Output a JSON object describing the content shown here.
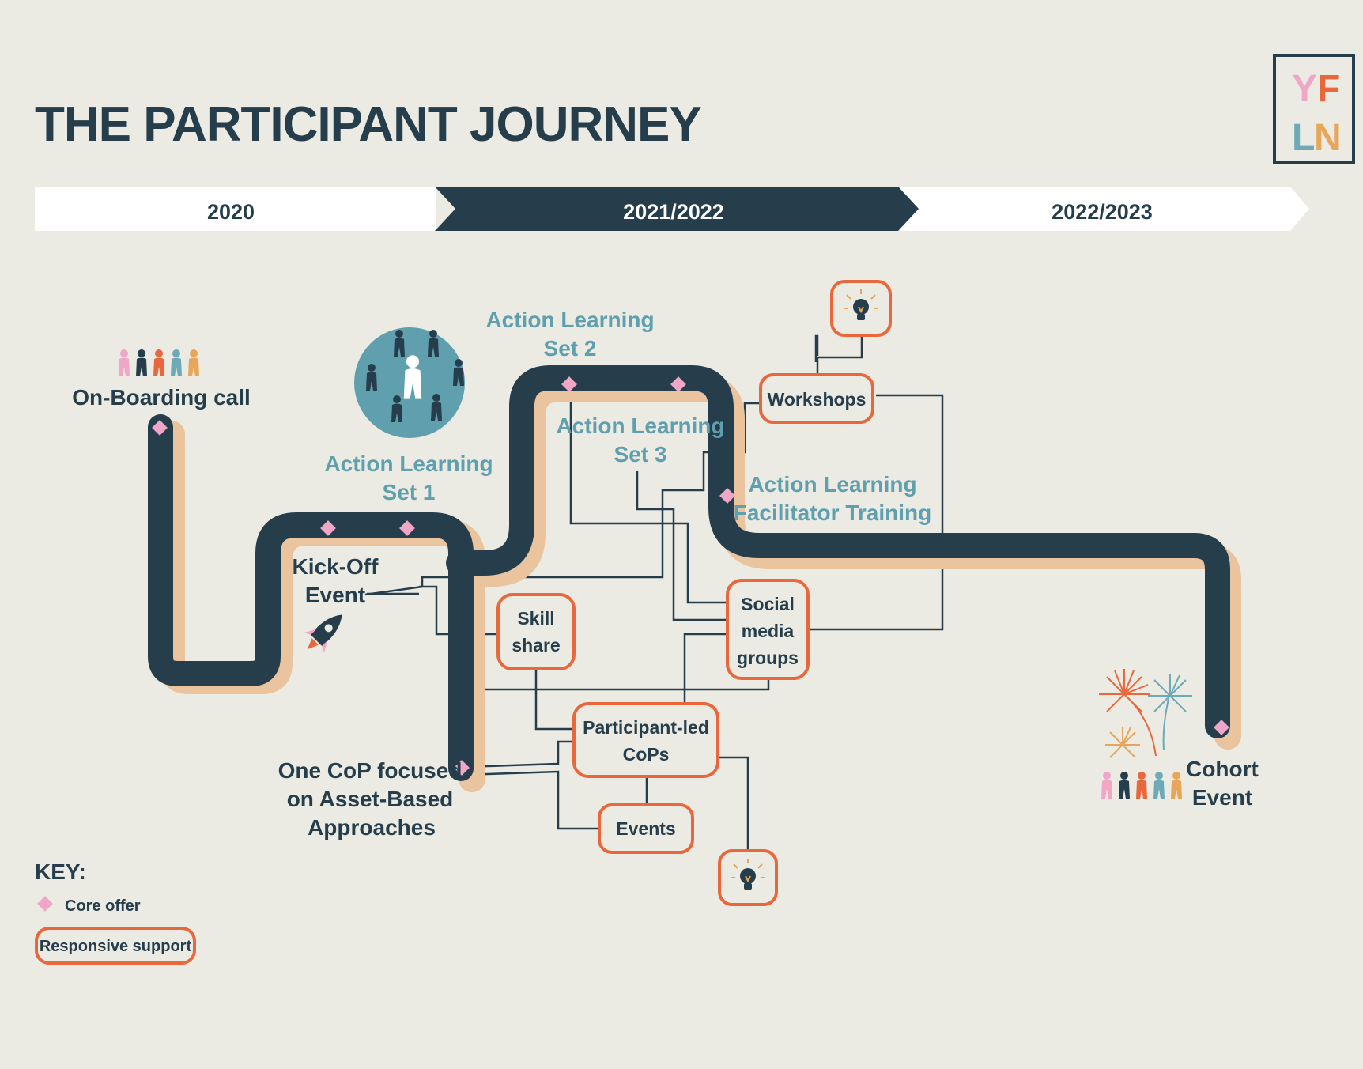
{
  "title": "THE PARTICIPANT JOURNEY",
  "logo": {
    "letters": [
      "Y",
      "F",
      "L",
      "N"
    ],
    "colors": [
      "#f0a7c7",
      "#e8683c",
      "#6ea9b8",
      "#e8a65a"
    ]
  },
  "timeline": {
    "periods": [
      "2020",
      "2021/2022",
      "2022/2023"
    ]
  },
  "stages": {
    "onboarding": "On-Boarding call",
    "als1": [
      "Action Learning",
      "Set 1"
    ],
    "als2": [
      "Action Learning",
      "Set 2"
    ],
    "als3": [
      "Action Learning",
      "Set 3"
    ],
    "alft": [
      "Action Learning",
      "Facilitator Training"
    ],
    "kickoff": [
      "Kick-Off",
      "Event"
    ],
    "cop": [
      "One CoP focused",
      "on Asset-Based",
      "Approaches"
    ],
    "cohort": [
      "Cohort",
      "Event"
    ]
  },
  "support": {
    "workshops": "Workshops",
    "skill_share": [
      "Skill",
      "share"
    ],
    "social_media": [
      "Social",
      "media",
      "groups"
    ],
    "participant_cops": [
      "Participant-led",
      "CoPs"
    ],
    "events": "Events"
  },
  "key": {
    "heading": "KEY:",
    "core_offer": "Core offer",
    "responsive_support": "Responsive support"
  },
  "colors": {
    "navy": "#263e4c",
    "teal": "#5f9fae",
    "orange": "#e8683c",
    "pink": "#f0a7c7",
    "background": "#ebeae3",
    "shadow": "#e9c49e"
  },
  "people_colors": [
    "#f0a7c7",
    "#263e4c",
    "#e8683c",
    "#6ea9b8",
    "#e8a65a"
  ]
}
